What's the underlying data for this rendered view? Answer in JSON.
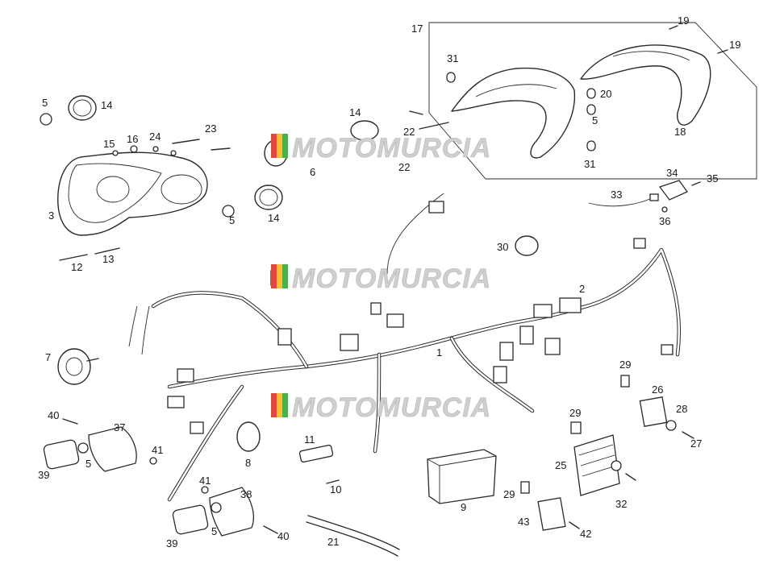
{
  "watermark": {
    "text": "MOTOMURCIA",
    "colors": {
      "red": "#e04a3a",
      "yellow": "#f2c230",
      "green": "#4caf50"
    }
  },
  "callouts": {
    "c1": "1",
    "c2": "2",
    "c3": "3",
    "c5a": "5",
    "c5b": "5",
    "c5c": "5",
    "c5d": "5",
    "c5e": "5",
    "c6": "6",
    "c7": "7",
    "c8": "8",
    "c9": "9",
    "c10": "10",
    "c11": "11",
    "c12": "12",
    "c13": "13",
    "c14a": "14",
    "c14b": "14",
    "c14c": "14",
    "c15": "15",
    "c16": "16",
    "c17": "17",
    "c18": "18",
    "c19a": "19",
    "c19b": "19",
    "c20": "20",
    "c21": "21",
    "c22a": "22",
    "c22b": "22",
    "c23": "23",
    "c24": "24",
    "c25": "25",
    "c26": "26",
    "c27": "27",
    "c28": "28",
    "c29a": "29",
    "c29b": "29",
    "c29c": "29",
    "c30": "30",
    "c31a": "31",
    "c31b": "31",
    "c32": "32",
    "c33": "33",
    "c34": "34",
    "c35": "35",
    "c36": "36",
    "c37": "37",
    "c38": "38",
    "c39a": "39",
    "c39b": "39",
    "c40a": "40",
    "c40b": "40",
    "c41a": "41",
    "c41b": "41",
    "c42": "42",
    "c43": "43"
  }
}
